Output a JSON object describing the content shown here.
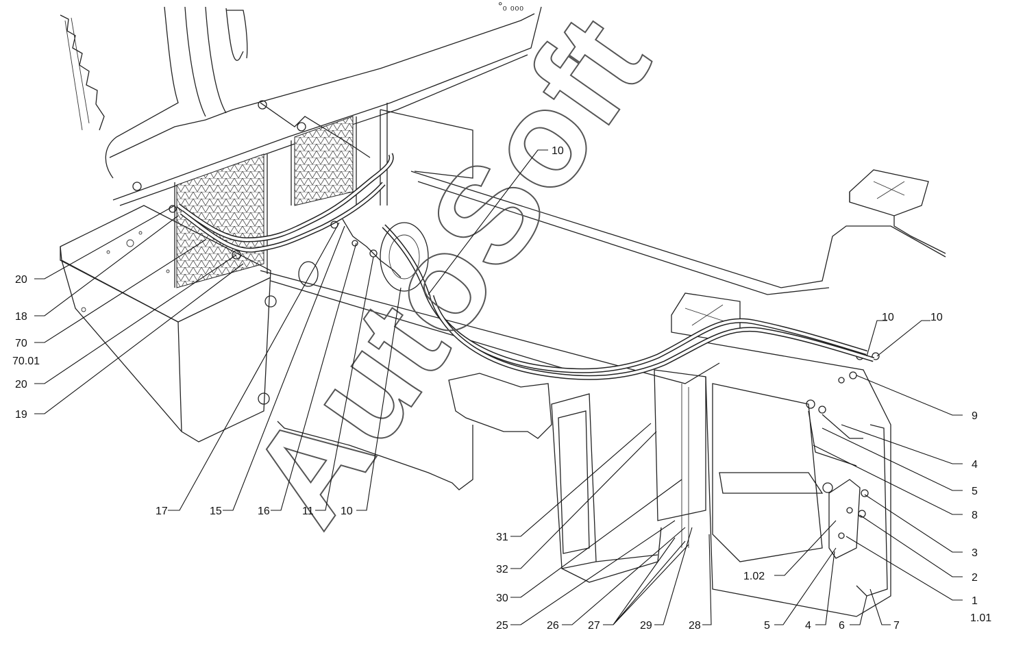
{
  "header": {
    "code": "°₀ ₀₀₀"
  },
  "watermark": {
    "text": "AutoSoft"
  },
  "labels": {
    "l20a": "20",
    "l18": "18",
    "l70": "70",
    "l70_01": "70.01",
    "l20b": "20",
    "l19": "19",
    "l17": "17",
    "l15": "15",
    "l16": "16",
    "l11": "11",
    "l10a": "10",
    "l10top": "10",
    "l10r1": "10",
    "l10r2": "10",
    "l9": "9",
    "l4a": "4",
    "l5a": "5",
    "l8": "8",
    "l3": "3",
    "l2": "2",
    "l1": "1",
    "l1_01": "1.01",
    "l7": "7",
    "l6": "6",
    "l4b": "4",
    "l5b": "5",
    "l1_02": "1.02",
    "l28": "28",
    "l29": "29",
    "l27": "27",
    "l26": "26",
    "l25": "25",
    "l30": "30",
    "l32": "32",
    "l31": "31"
  },
  "colors": {
    "line": "#222222",
    "background": "#ffffff",
    "watermark": "#555555"
  }
}
